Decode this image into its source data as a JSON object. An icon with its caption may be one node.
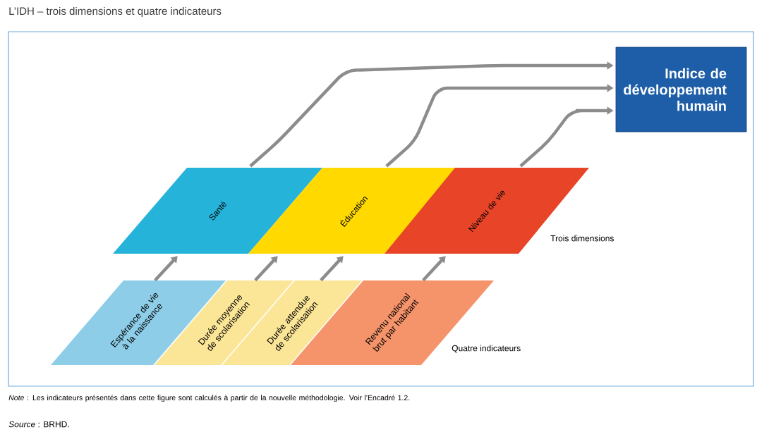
{
  "diagram": {
    "title": "L’IDH – trois dimensions et quatre indicateurs",
    "nodes": [
      {
        "text": [
          "Indice de développement humain"
        ]
      },
      {
        "text": [
          "Santé"
        ]
      },
      {
        "text": [
          "Éducation"
        ]
      },
      {
        "text": [
          "Niveau de vie"
        ]
      },
      {
        "text": [
          "Espérance de vie à la naissance"
        ]
      },
      {
        "text": [
          "Durée moyenne de scolarisation"
        ]
      },
      {
        "text": [
          "Durée attendue de scolarisation"
        ]
      },
      {
        "text": [
          "Revenu national brut par habitant"
        ]
      }
    ],
    "edges": [
      {
        "from": 4,
        "to": 1,
        "arrow": "to"
      },
      {
        "from": 5,
        "to": 2,
        "arrow": "to"
      },
      {
        "from": 6,
        "to": 2,
        "arrow": "to"
      },
      {
        "from": 7,
        "to": 3,
        "arrow": "to"
      },
      {
        "from": 1,
        "to": 0,
        "arrow": "to"
      },
      {
        "from": 2,
        "to": 0,
        "arrow": "to"
      },
      {
        "from": 3,
        "to": 0,
        "arrow": "to"
      }
    ],
    "labels": [
      "Trois dimensions",
      "Quatre indicateurs",
      "*Source* : BRHD."
    ],
    "caption": "*Note* : Les indicateurs présentés dans cette figure sont calculés à partir de la nouvelle méthodologie. Voir l’Encadré 1.2."
  }
}
